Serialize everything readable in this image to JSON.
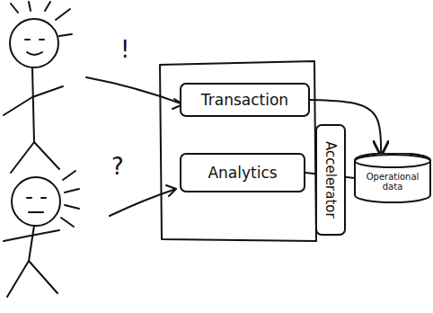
{
  "diagram": {
    "nodes": [
      {
        "text": [
          "Transaction"
        ]
      },
      {
        "text": [
          "Analytics"
        ]
      },
      {
        "text": [
          "Accelerator"
        ]
      },
      {
        "text": [
          "Operational data"
        ]
      }
    ],
    "edges": [
      {
        "from": 0,
        "to": 3,
        "arrow": "to"
      },
      {
        "from": 1,
        "to": 3,
        "arrow": "none"
      }
    ],
    "labels": [
      "!",
      "?"
    ]
  }
}
